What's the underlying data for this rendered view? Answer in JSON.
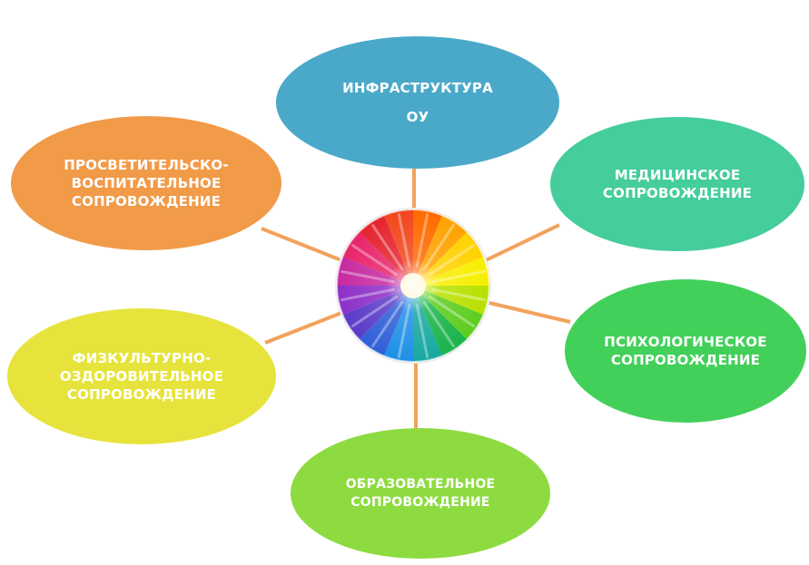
{
  "nodes": {
    "infra": {
      "lines": [
        "ИНФРАСТРУКТУРА",
        "ОУ"
      ]
    },
    "prosv": {
      "lines": [
        "ПРОСВЕТИТЕЛЬСКО-",
        "ВОСПИТАТЕЛЬНОЕ",
        "СОПРОВОЖДЕНИЕ"
      ]
    },
    "med": {
      "lines": [
        "МЕДИЦИНСКОЕ",
        "СОПРОВОЖДЕНИЕ"
      ]
    },
    "psy": {
      "lines": [
        "ПСИХОЛОГИЧЕСКОЕ",
        "СОПРОВОЖДЕНИЕ"
      ]
    },
    "fiz": {
      "lines": [
        "ФИЗКУЛЬТУРНО-",
        "ОЗДОРОВИТЕЛЬНОЕ",
        "СОПРОВОЖДЕНИЕ"
      ]
    },
    "obr": {
      "lines": [
        "ОБРАЗОВАТЕЛЬНОЕ",
        "СОПРОВОЖДЕНИЕ"
      ]
    }
  },
  "colors": {
    "infra": "#4aa9c8",
    "prosv": "#f19a48",
    "med": "#45cd9c",
    "psy": "#43d05a",
    "fiz": "#e6e43c",
    "obr": "#8ddb40",
    "connector": "#f2a25c"
  },
  "center": {
    "icon": "color-wheel-icon"
  }
}
